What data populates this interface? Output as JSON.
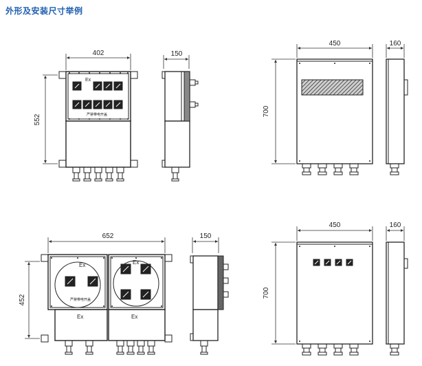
{
  "title": "外形及安装尺寸举例",
  "colors": {
    "title": "#1f5fb0",
    "line": "#222222",
    "dim": "#333333"
  },
  "figures": [
    {
      "id": "fig1",
      "dims": {
        "width": "402",
        "depth": "150",
        "height": "552"
      },
      "labels": {
        "ex": "Ex",
        "nameplate": "严禁带电开盖"
      }
    },
    {
      "id": "fig2",
      "dims": {
        "width": "450",
        "depth": "160",
        "height": "700"
      }
    },
    {
      "id": "fig3",
      "dims": {
        "width": "652",
        "depth": "150",
        "height": "452"
      },
      "labels": {
        "ex1": "Ex",
        "ex2": "Ex",
        "ex3": "Ex",
        "ex4": "Ex",
        "nameplate": "严禁带电开盖"
      }
    },
    {
      "id": "fig4",
      "dims": {
        "width": "450",
        "depth": "160",
        "height": "700"
      }
    }
  ]
}
